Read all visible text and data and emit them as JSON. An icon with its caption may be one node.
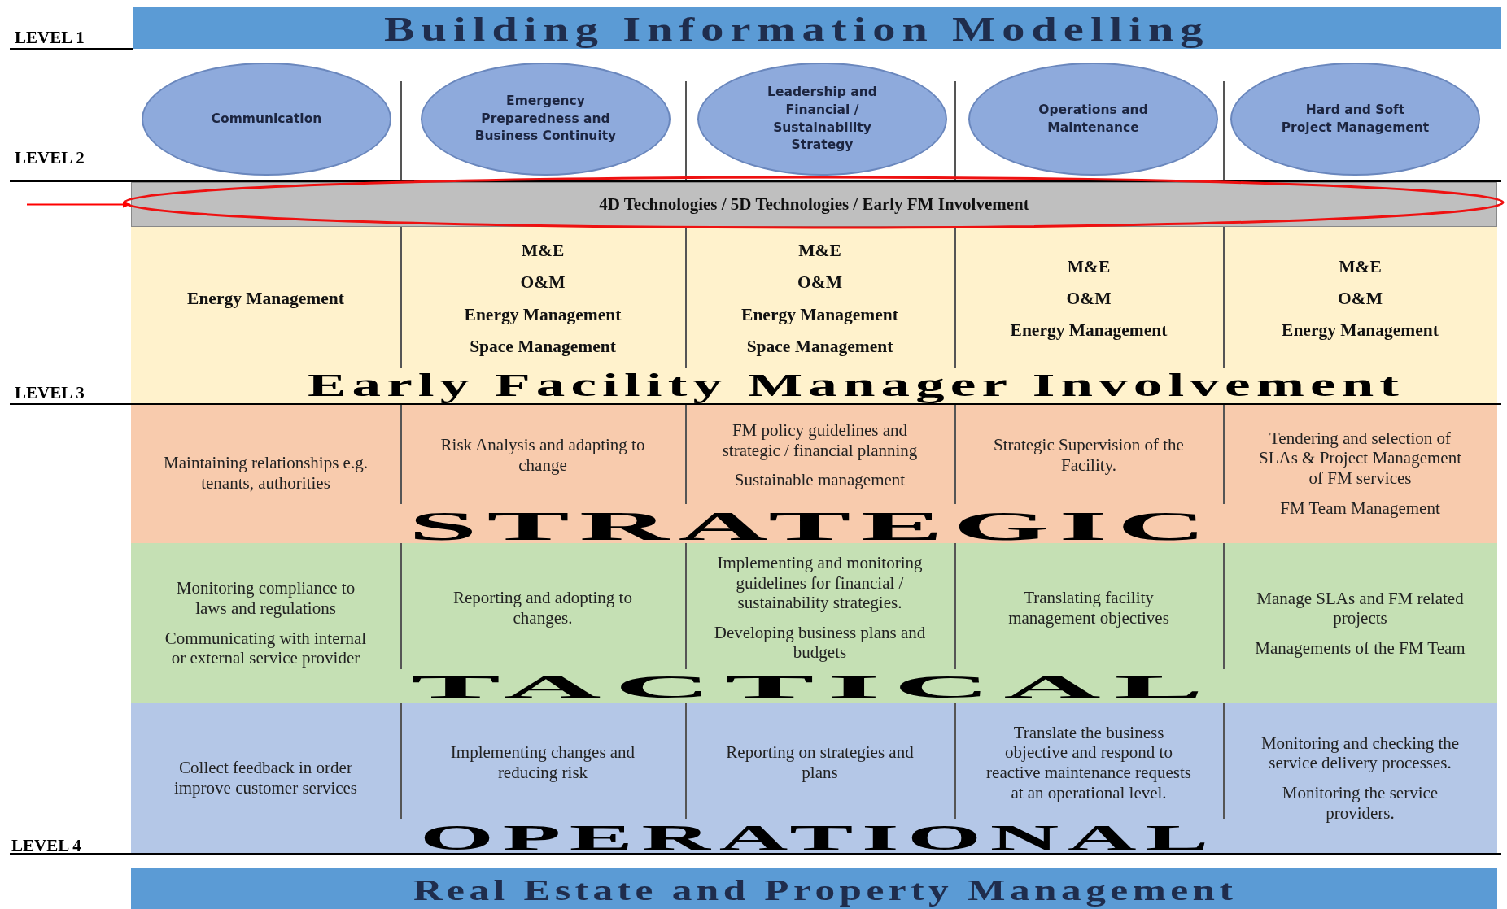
{
  "diagram": {
    "nodes": [
      {
        "text": [
          "Building Information Modelling"
        ]
      },
      {
        "text": [
          "Communication"
        ]
      },
      {
        "text": [
          "Emergency Preparedness and Business Continuity"
        ]
      },
      {
        "text": [
          "Leadership and Financial / Sustainability Strategy"
        ]
      },
      {
        "text": [
          "Operations and Maintenance"
        ]
      },
      {
        "text": [
          "Hard and Soft Project Management"
        ]
      },
      {
        "text": [
          "4D Technologies / 5D Technologies / Early FM Involvement"
        ]
      },
      {
        "text": [
          "Early Facility Manager Involvement"
        ]
      },
      {
        "text": [
          "Energy Management"
        ],
        "in": 7
      },
      {
        "text": [
          "M&E",
          "O&M",
          "Energy Management",
          "Space Management"
        ],
        "in": 7
      },
      {
        "text": [
          "M&E",
          "O&M",
          "Energy Management",
          "Space Management"
        ],
        "in": 7
      },
      {
        "text": [
          "M&E",
          "O&M",
          "Energy Management"
        ],
        "in": 7
      },
      {
        "text": [
          "M&E",
          "O&M",
          "Energy Management"
        ],
        "in": 7
      },
      {
        "text": [
          "STRATEGIC"
        ]
      },
      {
        "text": [
          "Maintaining relationships e.g. tenants, authorities"
        ],
        "in": 13
      },
      {
        "text": [
          "Risk Analysis and adapting to change"
        ],
        "in": 13
      },
      {
        "text": [
          "FM policy guidelines and strategic / financial planning",
          "Sustainable management"
        ],
        "in": 13
      },
      {
        "text": [
          "Strategic Supervision of the Facility."
        ],
        "in": 13
      },
      {
        "text": [
          "Tendering and selection of SLAs & Project Management of FM services",
          "FM Team Management"
        ],
        "in": 13
      },
      {
        "text": [
          "TACTICAL"
        ]
      },
      {
        "text": [
          "Monitoring compliance to laws and regulations",
          "Communicating with internal or external service provider"
        ],
        "in": 19
      },
      {
        "text": [
          "Reporting and adopting to changes."
        ],
        "in": 19
      },
      {
        "text": [
          "Implementing and monitoring guidelines for financial / sustainability strategies.",
          "Developing business plans and budgets"
        ],
        "in": 19
      },
      {
        "text": [
          "Translating facility management objectives"
        ],
        "in": 19
      },
      {
        "text": [
          "Manage SLAs and FM related projects",
          "Managements of the FM Team"
        ],
        "in": 19
      },
      {
        "text": [
          "OPERATIONAL"
        ]
      },
      {
        "text": [
          "Collect feedback in order improve customer services"
        ],
        "in": 25
      },
      {
        "text": [
          "Implementing changes and reducing risk"
        ],
        "in": 25
      },
      {
        "text": [
          "Reporting on strategies and plans"
        ],
        "in": 25
      },
      {
        "text": [
          "Translate the business objective and respond to reactive maintenance requests at an operational level."
        ],
        "in": 25
      },
      {
        "text": [
          "Monitoring and checking the service delivery processes.",
          "Monitoring the service providers."
        ],
        "in": 25
      },
      {
        "text": [
          "Real Estate and Property Management"
        ]
      }
    ],
    "edges": [
      {
        "from": null,
        "to": 6,
        "arrow": "to",
        "color": "#ff0000"
      }
    ],
    "labels": [
      "LEVEL 1",
      "LEVEL 2",
      "LEVEL 3",
      "LEVEL 4"
    ]
  }
}
